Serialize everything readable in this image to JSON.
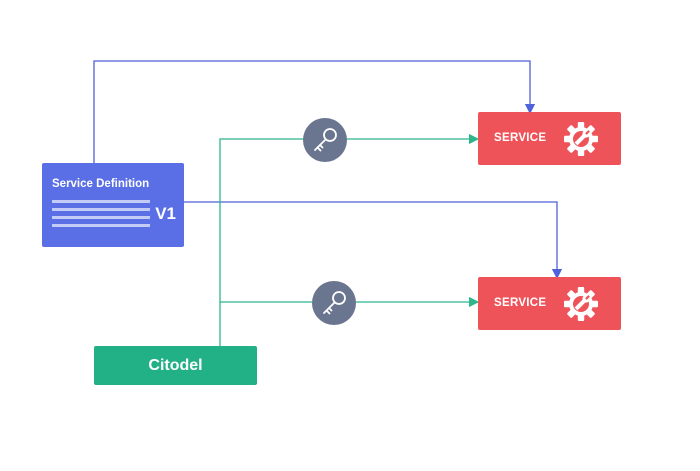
{
  "service_definition": {
    "title": "Service Definition",
    "version": "V1"
  },
  "services": [
    {
      "label": "SERVICE",
      "icon": "gear-wrench-icon"
    },
    {
      "label": "SERVICE",
      "icon": "gear-wrench-icon"
    }
  ],
  "citodel": {
    "label": "Citodel"
  },
  "keys": [
    {
      "icon": "key-icon"
    },
    {
      "icon": "key-icon"
    }
  ],
  "colors": {
    "service_definition": "#5a6ee6",
    "service": "#ef535a",
    "citodel": "#22b086",
    "key_circle": "#6a7590",
    "blue_connector": "#4f62d9",
    "green_connector": "#2fb58c"
  }
}
